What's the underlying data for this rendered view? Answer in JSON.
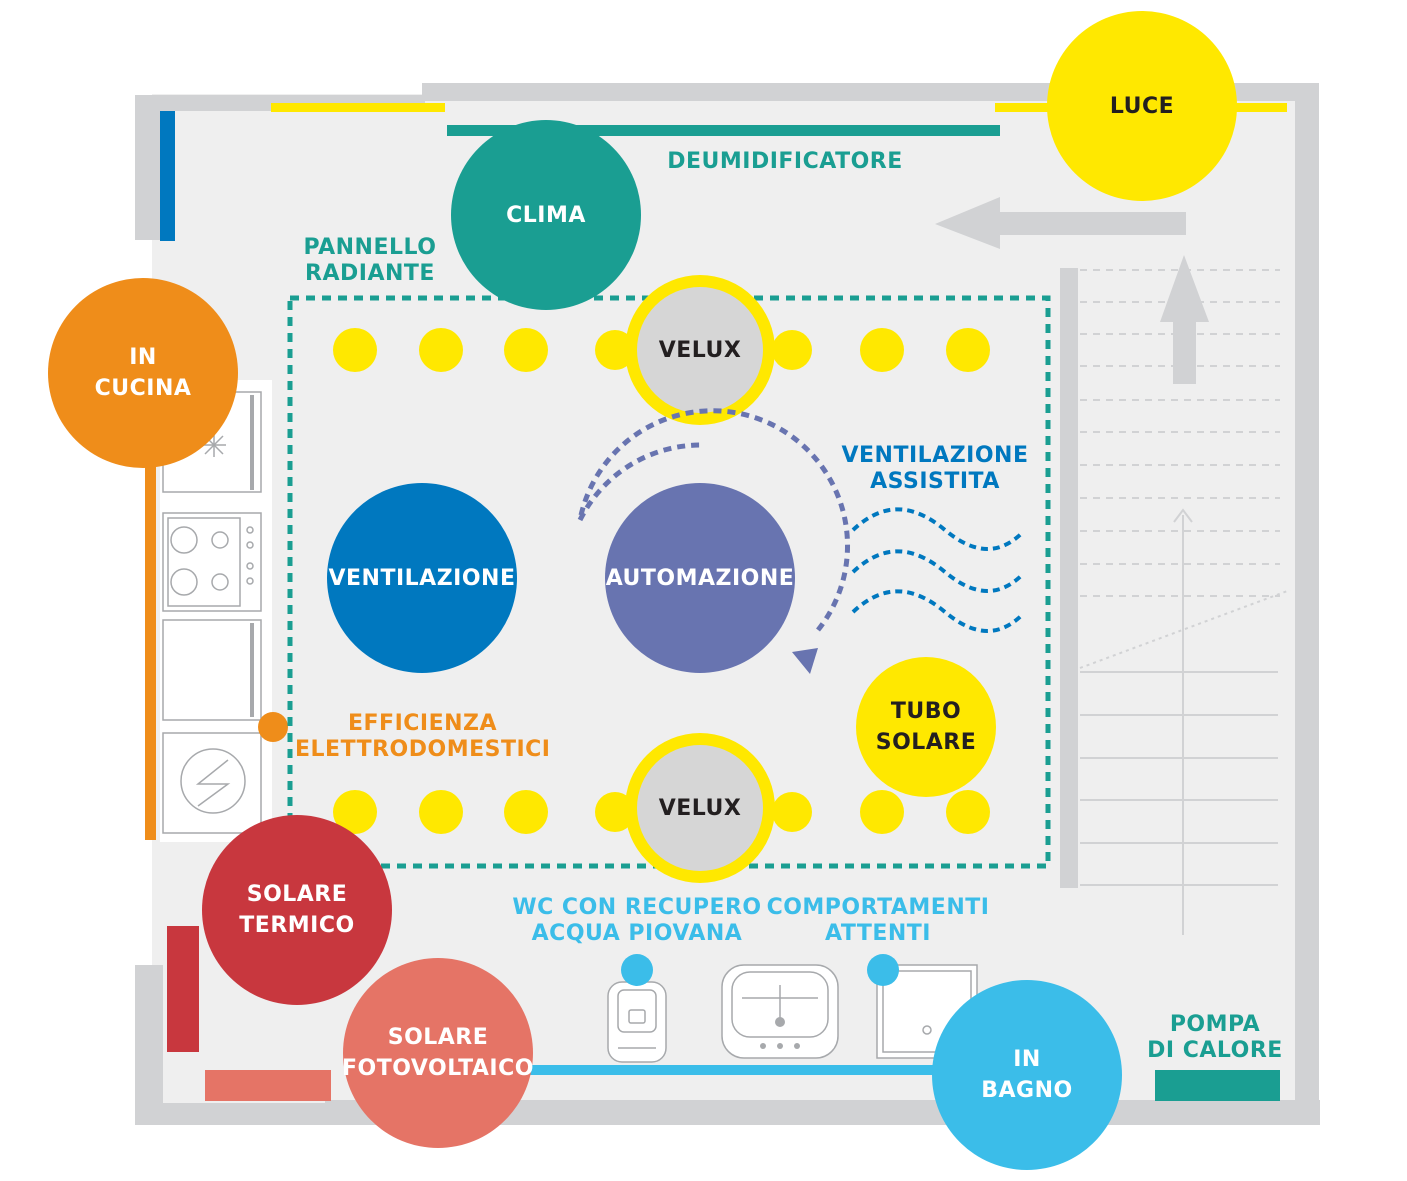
{
  "colors": {
    "wall": "#d1d2d4",
    "floor": "#efefef",
    "teal": "#1a9e92",
    "yellow": "#ffe800",
    "orange": "#ef8d1a",
    "blue": "#0078bf",
    "purple": "#6874b0",
    "dark_red": "#c8373e",
    "salmon": "#e57466",
    "light_blue": "#3bbde9",
    "velux_gray": "#d6d6d6"
  },
  "icons": [
    "fridge-icon",
    "cooktop-icon",
    "oven-icon",
    "washing-machine-icon",
    "toilet-icon",
    "sink-icon",
    "shower-icon",
    "stairs-icon",
    "airflow-arrow-icon",
    "wave-icon"
  ],
  "circles": {
    "luce": [
      "LUCE"
    ],
    "clima": [
      "CLIMA"
    ],
    "in_cucina": [
      "IN",
      "CUCINA"
    ],
    "velux_top": [
      "VELUX"
    ],
    "velux_bottom": [
      "VELUX"
    ],
    "ventilazione": [
      "VENTILAZIONE"
    ],
    "automazione": [
      "AUTOMAZIONE"
    ],
    "tubo_solare": [
      "TUBO",
      "SOLARE"
    ],
    "solare_termico": [
      "SOLARE",
      "TERMICO"
    ],
    "solare_fotovoltaico": [
      "SOLARE",
      "FOTOVOLTAICO"
    ],
    "in_bagno": [
      "IN",
      "BAGNO"
    ]
  },
  "labels": {
    "deumidificatore": [
      "DEUMIDIFICATORE"
    ],
    "pannello_radiante": [
      "PANNELLO",
      "RADIANTE"
    ],
    "ventilazione_assistita": [
      "VENTILAZIONE",
      "ASSISTITA"
    ],
    "efficienza": [
      "EFFICIENZA",
      "ELETTRODOMESTICI"
    ],
    "wc": [
      "WC CON RECUPERO",
      "ACQUA PIOVANA"
    ],
    "comportamenti": [
      "COMPORTAMENTI",
      "ATTENTI"
    ],
    "pompa": [
      "POMPA",
      "DI CALORE"
    ]
  }
}
